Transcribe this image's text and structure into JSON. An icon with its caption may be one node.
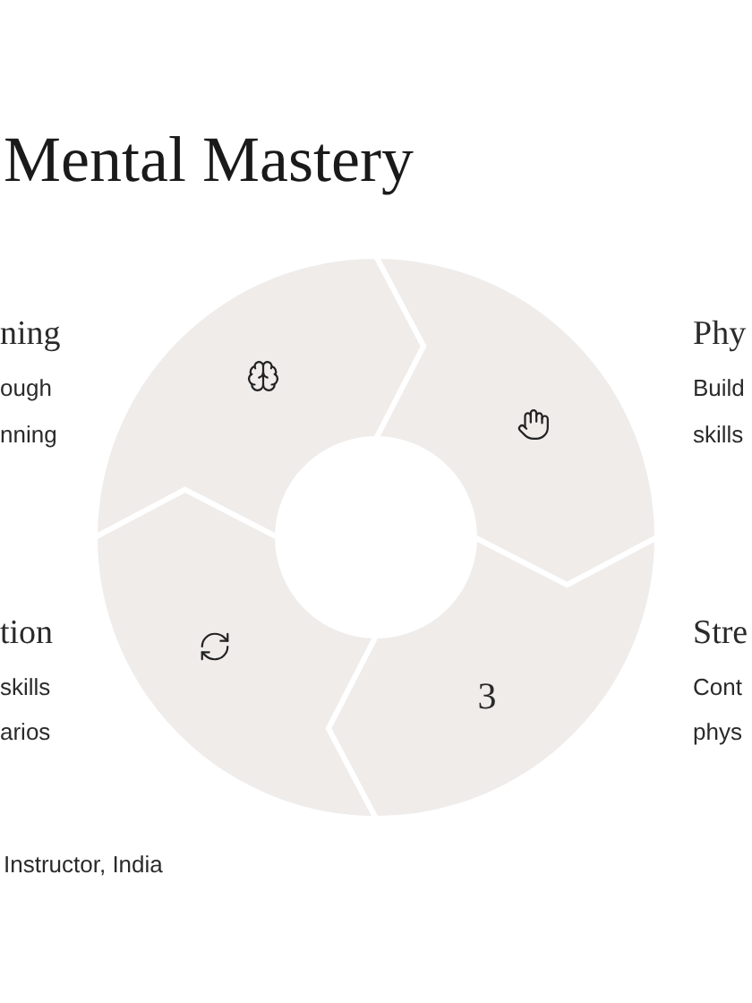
{
  "diagram": {
    "title": "Mental Mastery",
    "labels": [
      "ning",
      "ough",
      "nning",
      "Phy",
      "Build",
      "skills",
      "tion",
      "skills",
      "arios",
      "3",
      "Stre",
      "Cont",
      "phys",
      "Instructor, India"
    ]
  }
}
